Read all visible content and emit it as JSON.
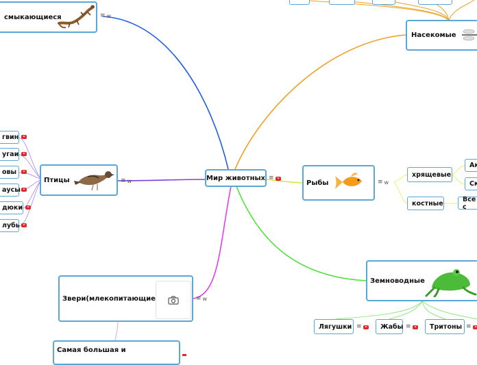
{
  "central": {
    "label": "Мир животных"
  },
  "nodes": {
    "reptiles": "смыкающиеся",
    "insects": "Насекомые",
    "birds": "Птицы",
    "fish": "Рыбы",
    "cartilage": "хрящевые",
    "bony": "костные",
    "shark": "Ак",
    "ray": "Ск",
    "all": "Все с",
    "mammals": "Звери(млекопитающие)",
    "largest": "Самая большая и",
    "amphibians": "Земноводные",
    "frogs": "Лягушки",
    "toads": "Жабы",
    "newts": "Тритоны"
  },
  "bird_items": [
    "гвин",
    "угаи",
    "овы",
    "аусы",
    "дюки",
    "лубь"
  ],
  "note_icon_label": "w",
  "colors": {
    "reptiles_line": "#1f5be6",
    "insects_line": "#f0a020",
    "birds_line": "#7b3fe0",
    "fish_line": "#d8e64a",
    "mammals_line": "#e03cf0",
    "amphibians_line": "#4fe03a",
    "node_border": "#5aa6d6",
    "badge": "#e0292b"
  }
}
